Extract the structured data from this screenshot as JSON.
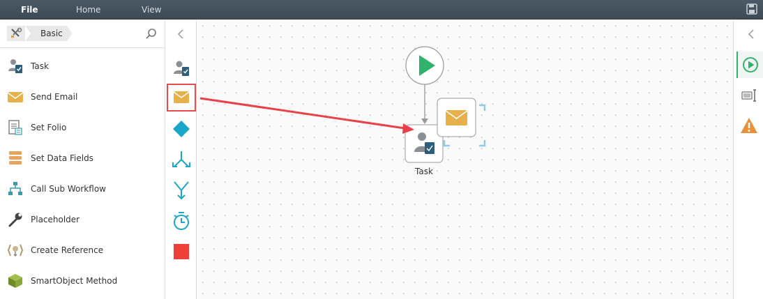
{
  "menu": {
    "file": "File",
    "home": "Home",
    "view": "View"
  },
  "toolbox": {
    "breadcrumb": "Basic",
    "items": [
      {
        "label": "Task",
        "icon": "task-icon"
      },
      {
        "label": "Send Email",
        "icon": "email-icon"
      },
      {
        "label": "Set Folio",
        "icon": "set-folio-icon"
      },
      {
        "label": "Set Data Fields",
        "icon": "data-fields-icon"
      },
      {
        "label": "Call Sub Workflow",
        "icon": "sub-workflow-icon"
      },
      {
        "label": "Placeholder",
        "icon": "wrench-icon"
      },
      {
        "label": "Create Reference",
        "icon": "reference-icon"
      },
      {
        "label": "SmartObject Method",
        "icon": "smartobject-icon"
      }
    ]
  },
  "canvas": {
    "task_label": "Task"
  },
  "colors": {
    "accent_green": "#2fb36b",
    "email_orange": "#e8b04b",
    "decision_cyan": "#1aa6c8",
    "stop_red": "#ee4036",
    "highlight_red": "#e74c4c"
  }
}
